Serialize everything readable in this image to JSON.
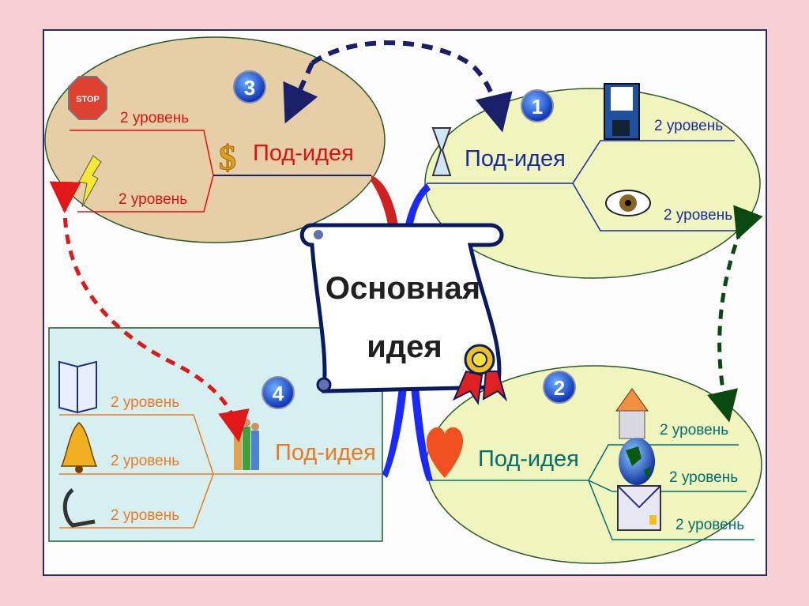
{
  "center": {
    "line1": "Основная",
    "line2": "идея"
  },
  "ideas": [
    {
      "number": "1",
      "title": "Под-идея",
      "color": "#1a2aa0",
      "branches": [
        "2 уровень",
        "2 уровень"
      ],
      "icons": [
        "hourglass-icon",
        "floppy-disk-icon",
        "eye-icon"
      ]
    },
    {
      "number": "2",
      "title": "Под-идея",
      "color": "#007070",
      "branches": [
        "2 уровень",
        "2 уровень",
        "2 уровень"
      ],
      "icons": [
        "heart-icon",
        "house-icon",
        "globe-icon",
        "envelope-icon"
      ]
    },
    {
      "number": "3",
      "title": "Под-идея",
      "color": "#e01010",
      "branches": [
        "2 уровень",
        "2 уровень"
      ],
      "icons": [
        "dollar-icon",
        "stop-sign-icon",
        "lightning-icon"
      ],
      "stop_text": "STOP"
    },
    {
      "number": "4",
      "title": "Под-идея",
      "color": "#f07820",
      "branches": [
        "2 уровень",
        "2 уровень",
        "2 уровень"
      ],
      "icons": [
        "people-icon",
        "book-icon",
        "bell-icon",
        "telephone-icon"
      ]
    }
  ],
  "colors": {
    "background": "#f6d0d3",
    "panel": "#ffffff",
    "tan": "#e6cfa6",
    "lime": "#eff5bd",
    "cyan": "#d6eff1"
  }
}
